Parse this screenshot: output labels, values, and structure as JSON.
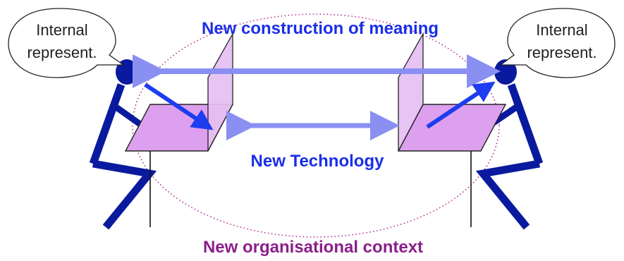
{
  "labels": {
    "meaning": "New construction of meaning",
    "technology": "New Technology",
    "context": "New organisational context"
  },
  "bubbles": {
    "left": {
      "line1": "Internal",
      "line2": "represent."
    },
    "right": {
      "line1": "Internal",
      "line2": "represent."
    }
  },
  "colors": {
    "figure": "#0a1a9e",
    "arrow_strong": "#1e3cf0",
    "arrow_light": "#7f86f2",
    "screen_fill": "#dda0ee",
    "screen_light": "#e6c0f2",
    "context_text": "#8a1f8a",
    "blue_text": "#1a2ee8",
    "ellipse": "#b03090"
  }
}
